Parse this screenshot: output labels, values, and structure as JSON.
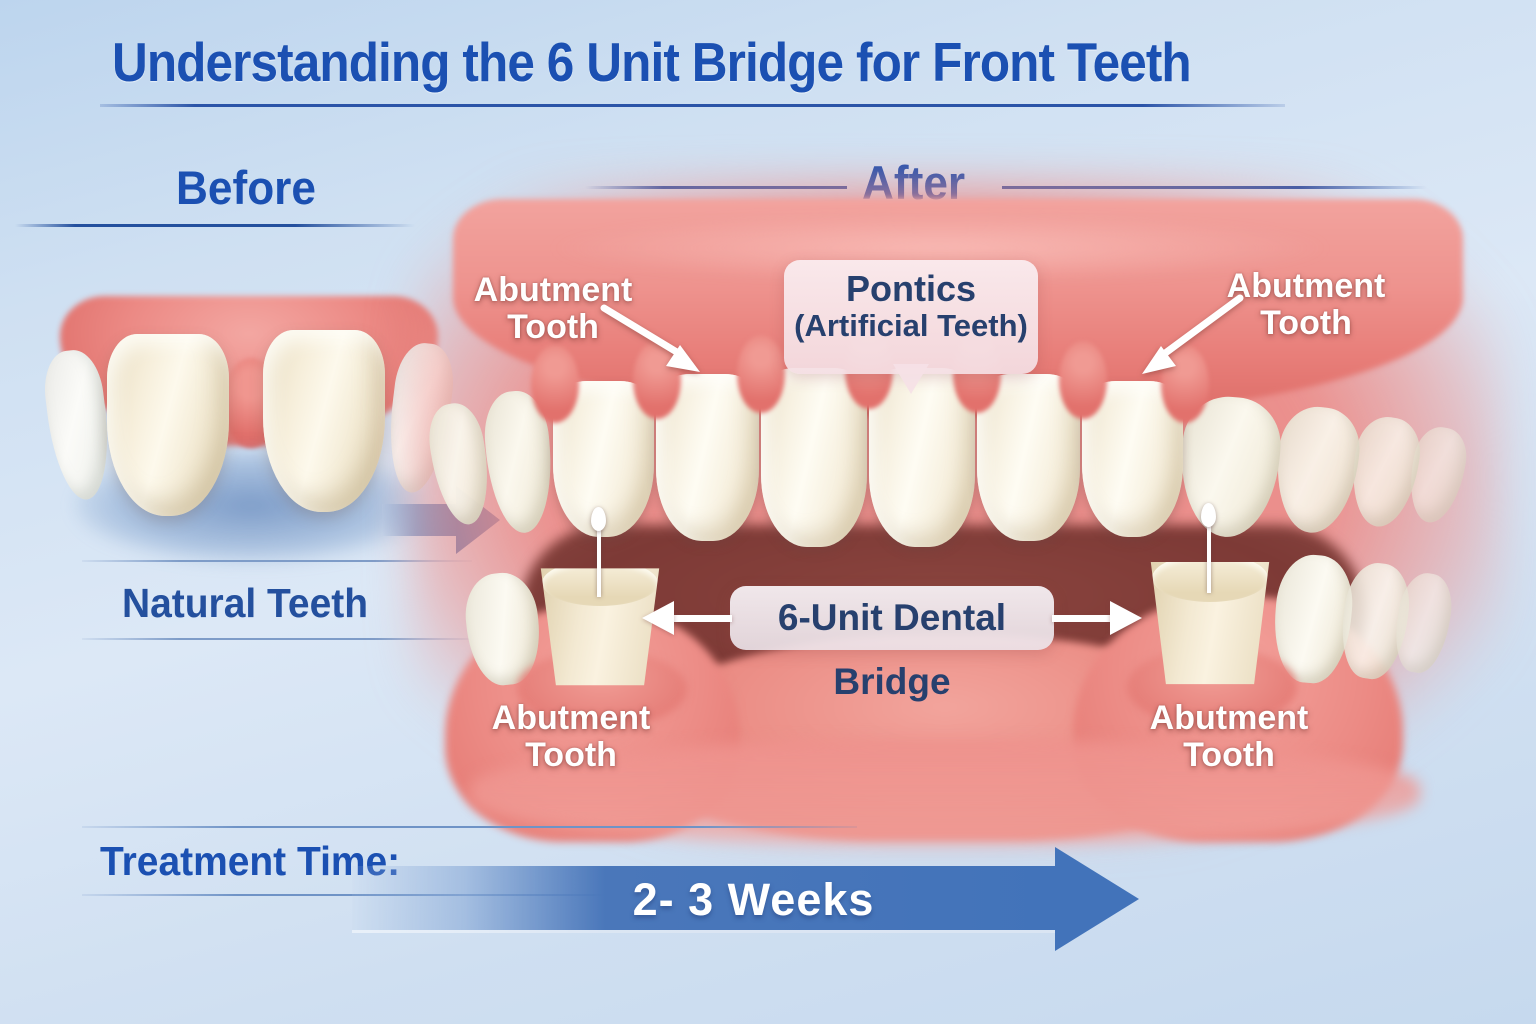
{
  "title": "Understanding the 6 Unit Bridge for Front Teeth",
  "sections": {
    "before": {
      "label": "Before",
      "caption": "Natural Teeth"
    },
    "after": {
      "label": "After"
    }
  },
  "annotations": {
    "abutment_top_left": {
      "line1": "Abutment",
      "line2": "Tooth"
    },
    "abutment_top_right": {
      "line1": "Abutment",
      "line2": "Tooth"
    },
    "abutment_bottom_left": {
      "line1": "Abutment",
      "line2": "Tooth"
    },
    "abutment_bottom_right": {
      "line1": "Abutment",
      "line2": "Tooth"
    },
    "pontics": {
      "line1": "Pontics",
      "line2": "(Artificial Teeth)"
    },
    "bridge": {
      "label": "6-Unit Dental Bridge"
    }
  },
  "treatment": {
    "label": "Treatment Time:",
    "duration": "2- 3 Weeks"
  },
  "icons": {
    "transition_arrow": "right-arrow",
    "treatment_arrow": "right-arrow",
    "bridge_arrows": "left-right-arrows",
    "abutment_pointers": "diagonal-white-arrows",
    "abutment_pins": "white-pin-markers"
  },
  "colors": {
    "heading_blue": "#1b50b2",
    "label_navy": "#27406e",
    "arrow_blue": "#4273ba",
    "gum_pink": "#ec8a85",
    "mouth_dark": "#7d3a36",
    "tooth_cream": "#f6efdd",
    "label_white": "#ffffff",
    "background_blue": "#cfe0f2"
  }
}
